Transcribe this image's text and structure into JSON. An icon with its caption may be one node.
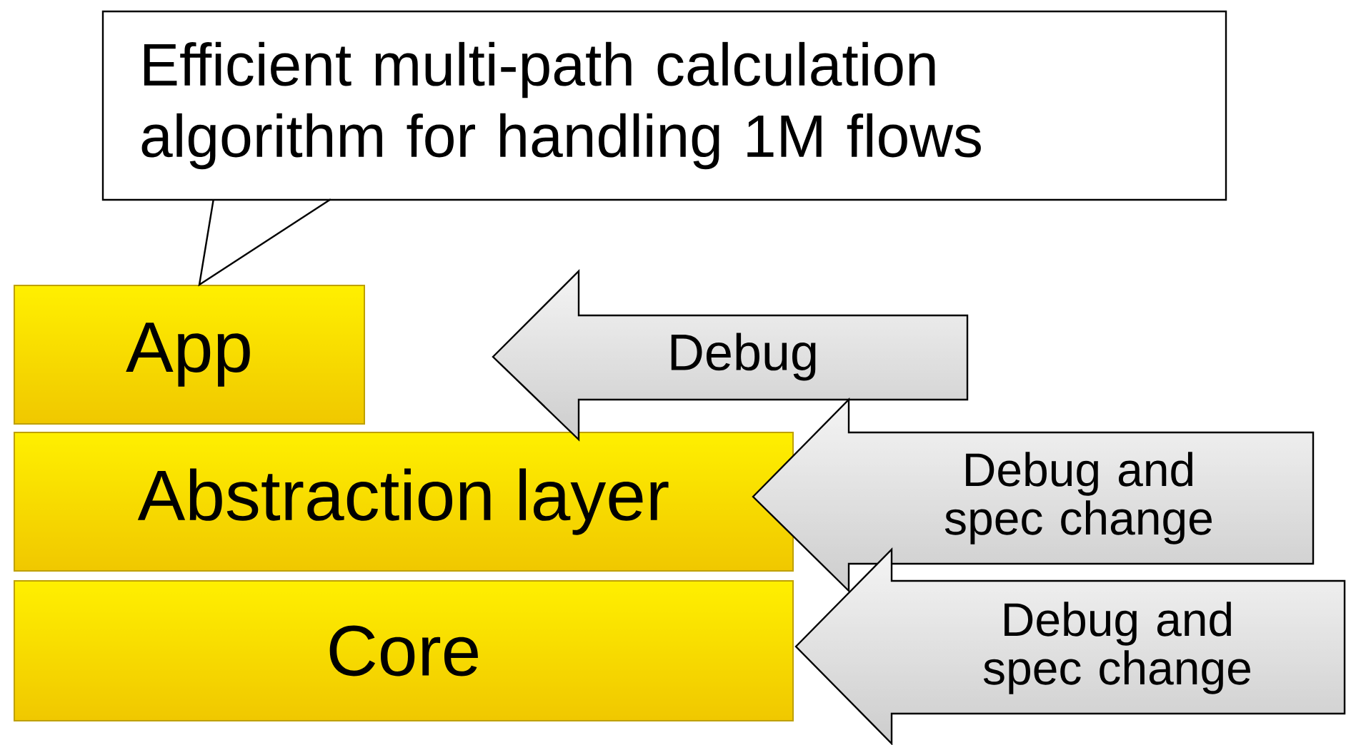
{
  "diagram": {
    "nodes": [
      {
        "text": [
          "Efficient multi-path calculation algorithm for handling 1M flows"
        ]
      },
      {
        "text": [
          "App"
        ]
      },
      {
        "text": [
          "Abstraction layer"
        ]
      },
      {
        "text": [
          "Core"
        ]
      },
      {
        "text": [
          "Debug"
        ]
      },
      {
        "text": [
          "Debug and spec change"
        ]
      },
      {
        "text": [
          "Debug and spec change"
        ]
      }
    ],
    "edges": [
      {
        "from": 0,
        "to": 1,
        "arrow": "none"
      }
    ]
  }
}
